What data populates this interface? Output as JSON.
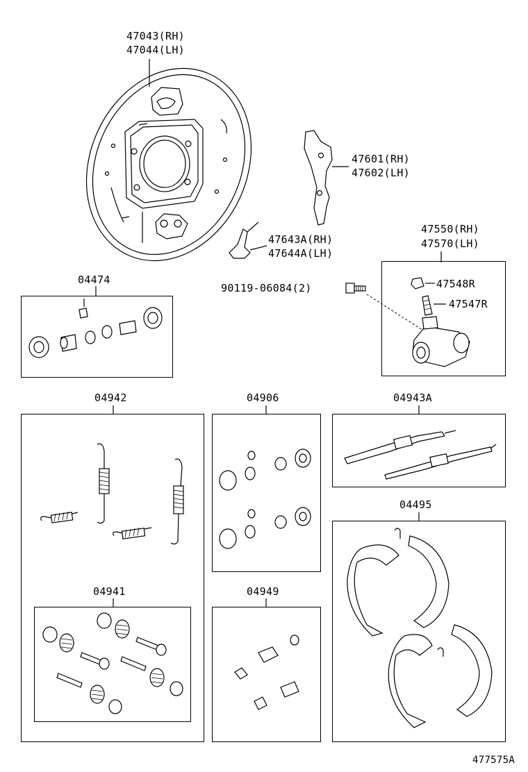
{
  "diagram": {
    "footer_code": "477575A",
    "callouts": {
      "backing_plate_rh": "47043(RH)",
      "backing_plate_lh": "47044(LH)",
      "lever_rh": "47601(RH)",
      "lever_lh": "47602(LH)",
      "adjuster_lever_rh": "47643A(RH)",
      "adjuster_lever_lh": "47644A(LH)",
      "bolt": "90119-06084(2)",
      "cylinder_rh": "47550(RH)",
      "cylinder_lh": "47570(LH)",
      "cap": "47548R",
      "bleeder": "47547R"
    },
    "kits": {
      "cylinder_kit": "04474",
      "spring_kit": "04942",
      "cup_kit": "04906",
      "strut_kit": "04943A",
      "hold_down_kit": "04941",
      "boot_kit": "04949",
      "shoe_kit": "04495"
    }
  }
}
